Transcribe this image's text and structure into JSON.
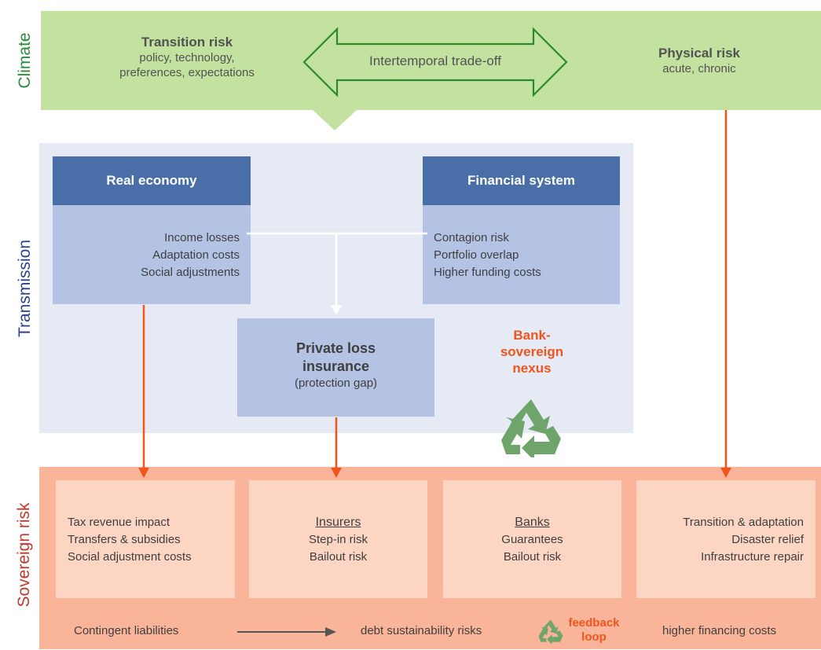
{
  "bands": {
    "climate": "Climate",
    "transmission": "Transmission",
    "sovereign": "Sovereign risk"
  },
  "climate": {
    "transition_title": "Transition risk",
    "transition_lines": [
      "policy, technology,",
      "preferences, expectations"
    ],
    "tradeoff": "Intertemporal trade-off",
    "physical_title": "Physical risk",
    "physical_sub": "acute, chronic"
  },
  "transmission": {
    "real_economy": {
      "title": "Real economy",
      "items": [
        "Income losses",
        "Adaptation costs",
        "Social adjustments"
      ]
    },
    "financial_system": {
      "title": "Financial system",
      "items": [
        "Contagion risk",
        "Portfolio overlap",
        "Higher funding costs"
      ]
    },
    "insurance": {
      "title_lines": [
        "Private loss",
        "insurance"
      ],
      "sub": "(protection gap)"
    },
    "nexus_lines": [
      "Bank-",
      "sovereign",
      "nexus"
    ]
  },
  "sovereign": {
    "box1": [
      "Tax revenue impact",
      "Transfers & subsidies",
      "Social adjustment costs"
    ],
    "box2": {
      "title": "Insurers",
      "items": [
        "Step-in risk",
        "Bailout risk"
      ]
    },
    "box3": {
      "title": "Banks",
      "items": [
        "Guarantees",
        "Bailout risk"
      ]
    },
    "box4": [
      "Transition & adaptation",
      "Disaster relief",
      "Infrastructure repair"
    ]
  },
  "footer": {
    "contingent": "Contingent liabilities",
    "debt": "debt sustainability risks",
    "feedback_lines": [
      "feedback",
      "loop"
    ],
    "financing": "higher financing costs"
  },
  "colors": {
    "climate_band": "#c3e2a0",
    "transmission_band": "#e6eaf4",
    "sovereign_band": "#f9b49a",
    "box_header": "#4a6fa8",
    "box_body": "#b4c3e3",
    "sovereign_box": "#fcd5c3",
    "accent_orange": "#f3541c",
    "recycle_green": "#6fa56b"
  },
  "icons": [
    "double-arrow-icon",
    "recycle-icon",
    "arrow-icon"
  ]
}
